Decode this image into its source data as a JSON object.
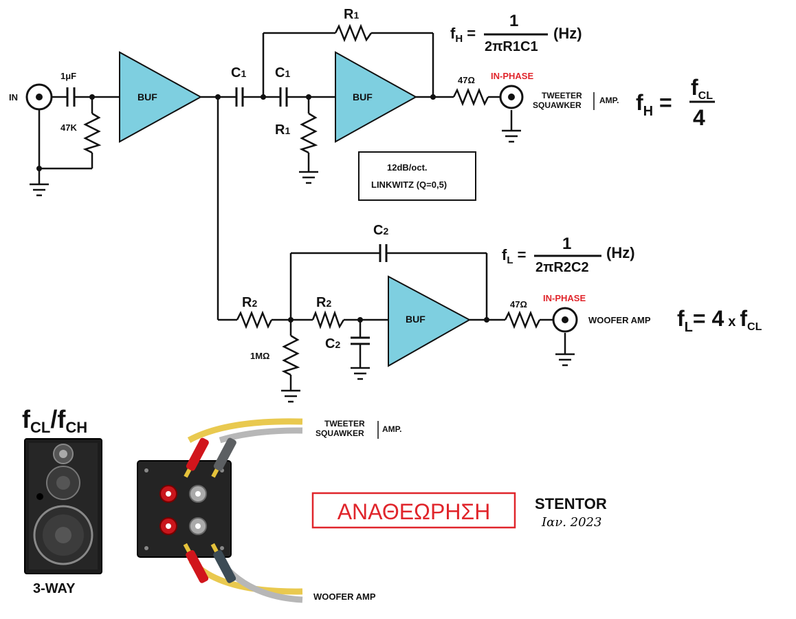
{
  "input": {
    "label": "IN",
    "cap": "1μF",
    "res": "47K"
  },
  "buffers": {
    "label": "BUF"
  },
  "highpass": {
    "c1_label": "C",
    "r1_label": "R",
    "sub1": "1",
    "out_res": "47Ω",
    "in_phase": "IN-PHASE",
    "out_line1": "TWEETER",
    "out_line2": "SQUAWKER",
    "out_amp": "AMP.",
    "formula_lhs": "f",
    "formula_lhs_sub": "H",
    "formula_num": "1",
    "formula_den": "2πR1C1",
    "formula_unit": "(Hz)",
    "ratio_lhs": "f",
    "ratio_lhs_sub": "H",
    "ratio_num": "f",
    "ratio_num_sub": "CL",
    "ratio_den": "4"
  },
  "note": {
    "line1": "12dB/oct.",
    "line2": "LINKWITZ (Q=0,5)"
  },
  "lowpass": {
    "r2_label": "R",
    "c2_label": "C",
    "sub2": "2",
    "bias_res": "1MΩ",
    "out_res": "47Ω",
    "in_phase": "IN-PHASE",
    "out_label": "WOOFER AMP",
    "formula_lhs": "f",
    "formula_lhs_sub": "L",
    "formula_num": "1",
    "formula_den": "2πR2C2",
    "formula_unit": "(Hz)",
    "ratio_lhs": "f",
    "ratio_lhs_sub": "L",
    "ratio_mid": "= 4",
    "ratio_x": "x",
    "ratio_rhs": "f",
    "ratio_rhs_sub": "CL"
  },
  "speaker": {
    "title_f1": "f",
    "title_sub1": "CL",
    "title_slash": "/",
    "title_f2": "f",
    "title_sub2": "CH",
    "caption": "3-WAY"
  },
  "terminal": {
    "top_line1": "TWEETER",
    "top_line2": "SQUAWKER",
    "top_amp": "AMP.",
    "bottom_label": "WOOFER AMP"
  },
  "stamp": {
    "text": "ΑΝΑΘΕΩΡΗΣΗ",
    "brand": "STENTOR",
    "date": "Ιαν. 2023"
  },
  "colors": {
    "buffer_fill": "#7ecfe0",
    "accent_red": "#e0252b",
    "wire": "#111111"
  }
}
